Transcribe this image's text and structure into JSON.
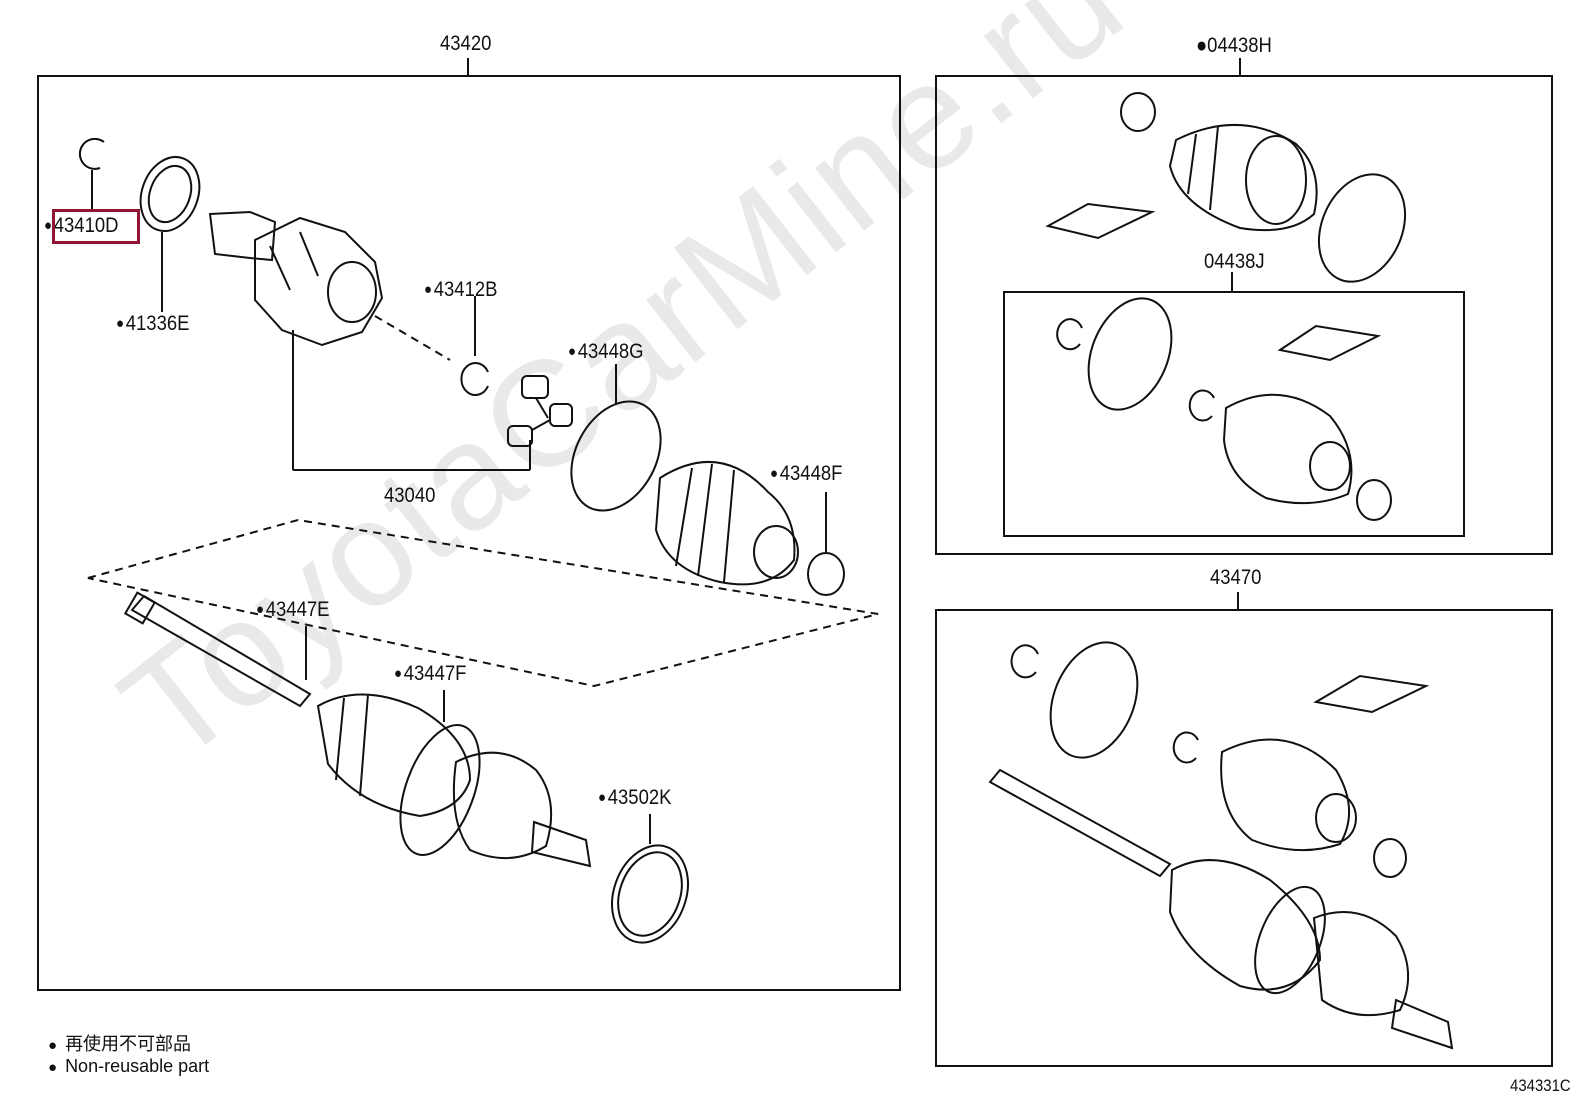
{
  "labels": {
    "assy_main": "43420",
    "assy_kit_h": "●04438H",
    "assy_kit_j": "04438J",
    "assy_shaft_right": "43470",
    "inner_joint": "43040",
    "snap_ring_d": "43410D",
    "seal_e": "41336E",
    "ring_b": "43412B",
    "band_g": "43448G",
    "band_f": "43448F",
    "band_e": "43447E",
    "band_f2": "43447F",
    "ring_k": "43502K"
  },
  "highlight_part": "43410D",
  "legend": {
    "jp": "再使用不可部品",
    "en": "Non-reusable part"
  },
  "figure_number": "434331C",
  "watermark": "ToyotaCarMine.ru",
  "colors": {
    "highlight": "#8d1635",
    "line": "#111111"
  }
}
